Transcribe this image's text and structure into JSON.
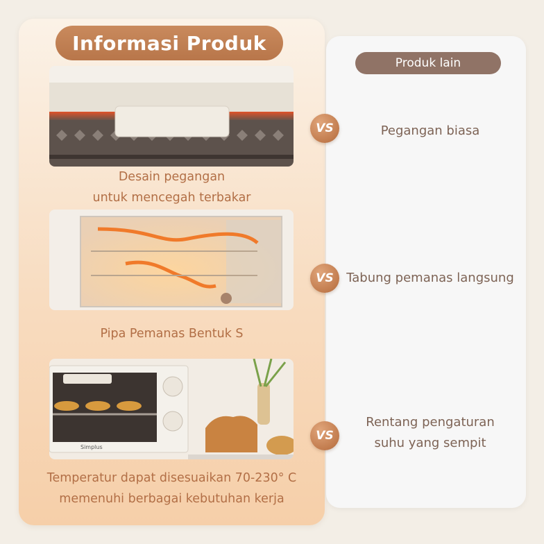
{
  "header": {
    "title": "Informasi Produk",
    "other_label": "Produk lain"
  },
  "features": [
    {
      "caption_line1": "Desain pegangan",
      "caption_line2": "untuk mencegah terbakar",
      "image": "oven-handle-photo"
    },
    {
      "caption_line1": "Pipa Pemanas Bentuk S",
      "image": "s-heating-tube-photo"
    },
    {
      "caption_line1": "Temperatur dapat disesuaikan 70-230° C",
      "caption_line2": "memenuhi berbagai kebutuhan kerja",
      "image": "oven-with-food-photo",
      "brand": "Simplus"
    }
  ],
  "comparisons": [
    {
      "vs": "VS",
      "text_line1": "Pegangan biasa"
    },
    {
      "vs": "VS",
      "text_line1": "Tabung pemanas langsung"
    },
    {
      "vs": "VS",
      "text_line1": "Rentang pengaturan",
      "text_line2": "suhu yang sempit"
    }
  ],
  "colors": {
    "accent": "#b8764a",
    "caption": "#b26f46",
    "compare_text": "#7d6355",
    "other_pill": "#907366"
  }
}
